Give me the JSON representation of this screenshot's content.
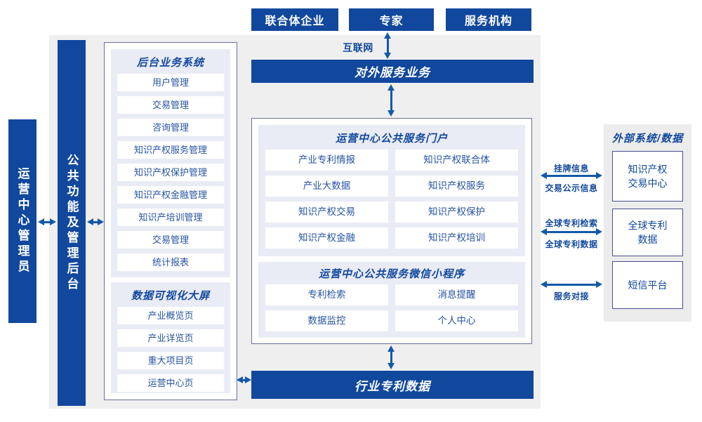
{
  "colors": {
    "primary_blue": "#11489d",
    "arrow_blue": "#1458a8",
    "panel_lavender": "#e9ebf5",
    "container_border": "#6a6f9f",
    "external_box_border": "#4a4f8f",
    "main_bg_gray": "#efefef",
    "external_bg_gray": "#ececec",
    "item_text_blue": "#2653a3"
  },
  "top_actors": [
    {
      "label": "联合体企业"
    },
    {
      "label": "专家"
    },
    {
      "label": "服务机构"
    }
  ],
  "internet_label": "互联网",
  "external_service_bar": {
    "label": "对外服务业务"
  },
  "left_bars": [
    {
      "label": "运营中心管理员"
    },
    {
      "label": "公共功能及管理后台"
    }
  ],
  "backend_panel": {
    "title": "后台业务系统",
    "items": [
      "用户管理",
      "交易管理",
      "咨询管理",
      "知识产权服务管理",
      "知识产权保护管理",
      "知识产权金融管理",
      "知识产培训管理",
      "交易管理",
      "统计报表"
    ]
  },
  "dashboard_panel": {
    "title": "数据可视化大屏",
    "items": [
      "产业概览页",
      "产业详览页",
      "重大项目页",
      "运营中心页"
    ]
  },
  "portal_panel": {
    "title": "运营中心公共服务门户",
    "items": [
      "产业专利情报",
      "知识产权联合体",
      "产业大数据",
      "知识产权服务",
      "知识产权交易",
      "知识产权保护",
      "知识产权金融",
      "知识产权培训"
    ]
  },
  "miniprogram_panel": {
    "title": "运营中心公共服务微信小程序",
    "items": [
      "专利检索",
      "消息提醒",
      "数据监控",
      "个人中心"
    ]
  },
  "industry_patent_bar": {
    "label": "行业专利数据"
  },
  "external_panel": {
    "title": "外部系统/数据",
    "boxes": [
      {
        "lines": [
          "知识产权",
          "交易中心"
        ]
      },
      {
        "lines": [
          "全球专利",
          "数据"
        ]
      },
      {
        "lines": [
          "短信平台"
        ]
      }
    ]
  },
  "external_links": [
    {
      "top_label": "挂牌信息",
      "bottom_label": "交易公示信息"
    },
    {
      "top_label": "全球专利检索",
      "bottom_label": "全球专利数据"
    },
    {
      "bottom_label": "服务对接"
    }
  ]
}
